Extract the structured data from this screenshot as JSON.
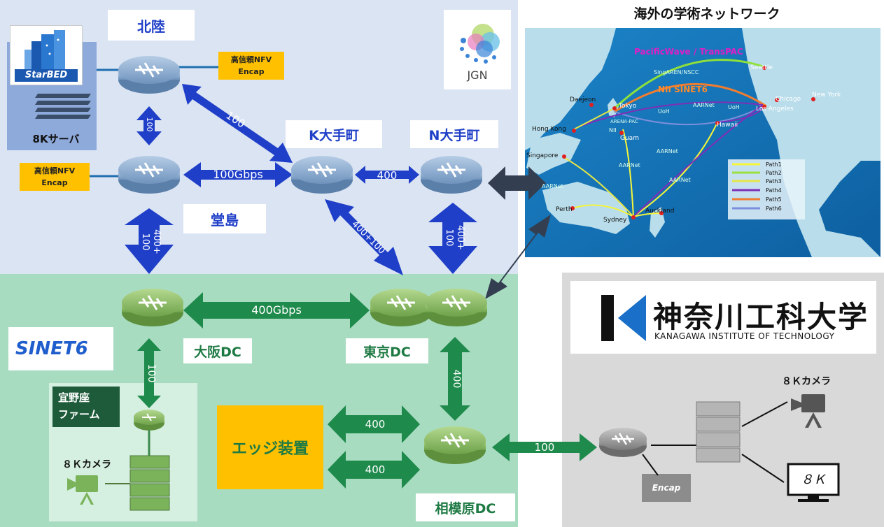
{
  "regions": {
    "hokuriku": "北陸",
    "dojima": "堂島",
    "k_otemachi": "K大手町",
    "n_otemachi": "N大手町",
    "osaka_dc": "大阪DC",
    "tokyo_dc": "東京DC",
    "sagamihara_dc": "相模原DC",
    "ginoza_farm": "宜野座\nファーム"
  },
  "starbed": {
    "logo_text": "StarBED",
    "server_label": "8Kサーバ"
  },
  "nfv": {
    "line1": "高信頼NFV",
    "line2": "Encap"
  },
  "jgn_logo": "JGN",
  "sinet_logo": "SINET6",
  "links": {
    "hokuriku_dojima": "100",
    "hokuriku_kotemachi": "100",
    "dojima_kotemachi": "100Gbps",
    "kotemachi_notemachi": "400",
    "dojima_osaka": "400+\n100",
    "kotemachi_tokyo": "400+100",
    "notemachi_tokyo": "400+\n100",
    "osaka_tokyo": "400Gbps",
    "osaka_ginoza": "100",
    "tokyo_sagamihara": "400",
    "edge_upper": "400",
    "edge_lower": "400",
    "sagamihara_kait": "100"
  },
  "edge_device": "エッジ装置",
  "camera_label": "８Ｋカメラ",
  "overseas": {
    "title": "海外の学術ネットワーク",
    "pacificwave": "PacificWave / TransPAC",
    "nii_sinet6": "NII SINET6",
    "cities": [
      "Seattle",
      "Chicago",
      "New York",
      "Los Angeles",
      "Tokyo",
      "Daejeon",
      "Hong Kong",
      "Singapore",
      "Guam",
      "Hawaii",
      "Perth",
      "Sydney",
      "Auckland"
    ],
    "link_labels": [
      "AARNet",
      "AARNet",
      "AARNet",
      "AARNet",
      "AARNet",
      "UoH",
      "UoH",
      "ARENA-PAC",
      "SingAREN/NSCC",
      "NII"
    ],
    "legend": [
      "Path1",
      "Path2",
      "Path3",
      "Path4",
      "Path5",
      "Path6"
    ],
    "legend_colors": [
      "#f5f53a",
      "#9ae040",
      "#e6e647",
      "#7e2fb8",
      "#ee7d31",
      "#7d8fdc"
    ]
  },
  "kait": {
    "logo_name": "神奈川工科大学",
    "logo_sub": "KANAGAWA INSTITUTE OF TECHNOLOGY",
    "camera_label": "８Ｋカメラ",
    "encap": "Encap",
    "monitor_label": "８Ｋ"
  },
  "colors": {
    "jgn_bg": "#dbe4f3",
    "sinet_bg": "#a8dcc1",
    "kait_bg": "#d9d9d9",
    "jgn_arrow": "#1f3fc8",
    "sinet_arrow": "#1e8a4b",
    "dark_arrow": "#333f50",
    "nfv": "#ffc000",
    "edge": "#ffc000"
  }
}
